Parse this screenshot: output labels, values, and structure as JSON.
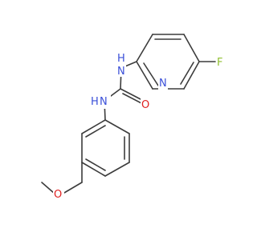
{
  "molecule": {
    "atoms": {
      "F": {
        "text": "F",
        "color": "#8fbf2f"
      },
      "N_pyridine": {
        "text": "N",
        "color": "#3a4fd8"
      },
      "NH_top": {
        "text": "N",
        "h": "H",
        "color": "#3a4fd8"
      },
      "O_carbonyl": {
        "text": "O",
        "color": "#e02020"
      },
      "NH_left": {
        "text": "N",
        "h": "H",
        "color": "#3a4fd8"
      },
      "O_ether": {
        "text": "O",
        "color": "#e02020"
      }
    },
    "bond_color": "#3c3c3c"
  }
}
